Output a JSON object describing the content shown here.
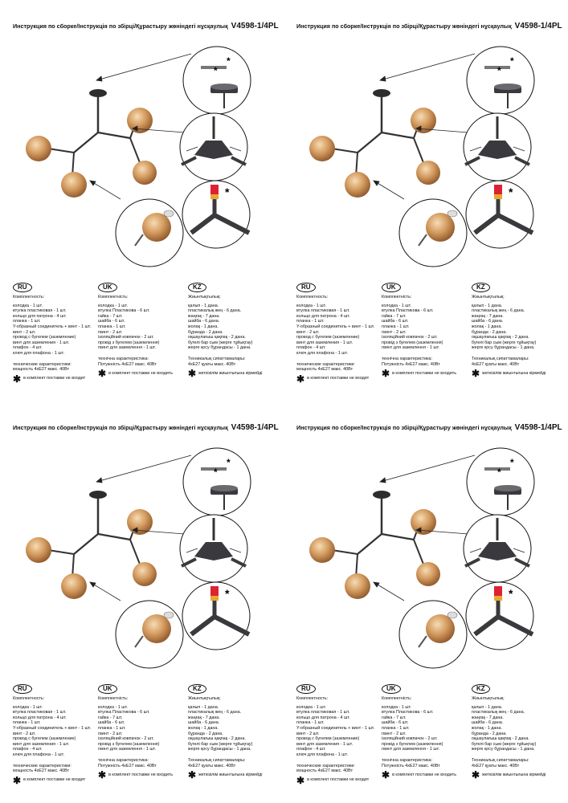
{
  "title": "Инструкция по сборке/Інструкція по збірці/Құрастыру жөніндегі нұсқаулық",
  "model": "V4598-1/4PL",
  "langs": {
    "ru": {
      "badge": "RU",
      "header": "Комплектность:",
      "items": [
        "колодка - 1 шт.",
        "втулка пластиковая - 1 шт.",
        "кольцо для патрона - 4 шт.",
        "планка - 1 шт.",
        "Y-образный соединитель + винт - 1 шт.",
        "винт - 2 шт.",
        "провод с бугелем (заземление)",
        "винт для заземления - 1 шт.",
        "плафон - 4 шт.",
        "ключ для плафона - 1 шт."
      ],
      "tech_header": "технические характеристики:",
      "tech": "мощность 4хЕ27 макс. 40Вт",
      "note": "в комплект поставки не входит"
    },
    "uk": {
      "badge": "UK",
      "header": "Комплектність:",
      "items": [
        "колодка - 1 шт.",
        "втулка Пластикова - 6 шт.",
        "гайка - 7 шт.",
        "шайба - 6 шт.",
        "планка - 1 шт.",
        "гвинт - 2 шт.",
        "ізоляційний ковпачок - 2 шт.",
        "провід з бугелем (заземлення)",
        "гвинт для заземлення - 1 шт."
      ],
      "tech_header": "технічна характеристика:",
      "tech": "Потужність 4хЕ27 макс. 40Вт",
      "note": "в комплект поставки не входить"
    },
    "kz": {
      "badge": "KZ",
      "header": "Жиынтықтылық:",
      "items": [
        "қалып - 1 дана.",
        "пластикалық жең - 6 дана.",
        "жаңғақ - 7 дана.",
        "шайба - 6 дана.",
        "жолақ - 1 дана.",
        "бұранда - 2 дана.",
        "оқшаулағыш қақпақ - 2 дана.",
        "бугелі бар сым (жерге тұйықтау)",
        "жерге қосу бұрандасы - 1 дана."
      ],
      "tech_header": "Техникалық сипаттамалары:",
      "tech": "4хЕ27 қуаты макс. 40Вт",
      "note": "жеткізілім жиынтығына кірмейді"
    }
  },
  "colors": {
    "amber": "#c8864a",
    "metal": "#3a3a3e"
  }
}
